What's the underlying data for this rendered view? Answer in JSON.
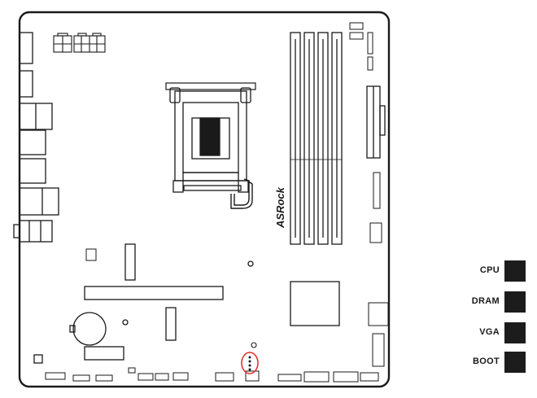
{
  "board": {
    "brand_logo": "ASRock",
    "highlight_color": "#e0332b",
    "outline_color": "#1a1a1a"
  },
  "debug_leds": {
    "led_color": "#1c1c1c",
    "items": [
      {
        "label": "CPU"
      },
      {
        "label": "DRAM"
      },
      {
        "label": "VGA"
      },
      {
        "label": "BOOT"
      }
    ]
  },
  "icons": {
    "highlighted_header": "red-circle-highlight-icon"
  }
}
